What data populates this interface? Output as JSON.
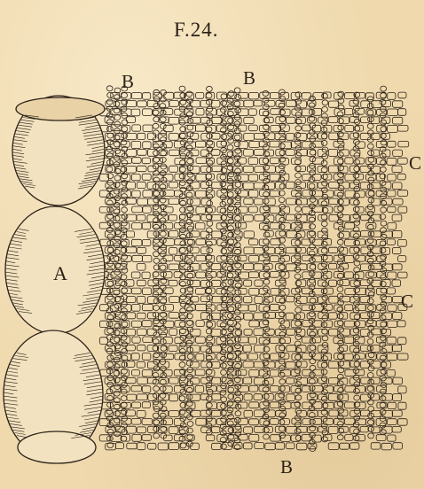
{
  "title": "F.24.",
  "labels": {
    "a": "A",
    "b_top_left": "B",
    "b_top_right": "B",
    "b_bottom": "B",
    "c_upper": "C",
    "c_lower": "C"
  },
  "colors": {
    "paper": "#efd9ad",
    "ink": "#2b2118"
  }
}
